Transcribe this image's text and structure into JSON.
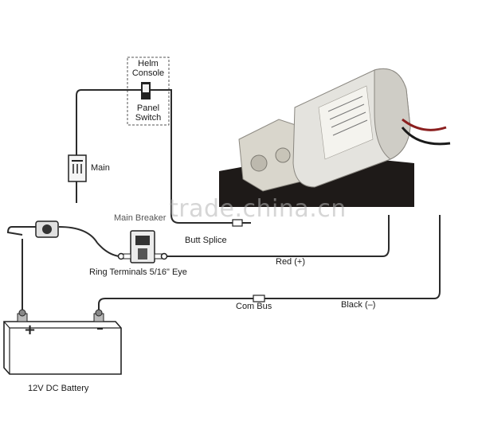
{
  "labels": {
    "helm_console": "Helm\nConsole",
    "panel_switch": "Panel\nSwitch",
    "main": "Main",
    "main_breaker": "Main Breaker",
    "butt_splice": "Butt Splice",
    "red_wire": "Red (+)",
    "ring_terminals": "Ring Terminals 5/16\" Eye",
    "com_bus": "Com Bus",
    "black_wire": "Black (–)",
    "battery": "12V DC Battery",
    "battery_plus": "+",
    "battery_minus": "–"
  },
  "watermark": "trade.china.cn",
  "colors": {
    "wire": "#2b2b2b",
    "background": "#ffffff",
    "pump_body": "#e9e7e0",
    "watermark": "#b4b4b4"
  },
  "icons": {
    "switch": "rocker-switch-icon",
    "fuse_block": "fuse-block-icon",
    "breaker": "circuit-breaker-icon",
    "battery": "battery-icon",
    "pump": "water-pump-icon"
  }
}
